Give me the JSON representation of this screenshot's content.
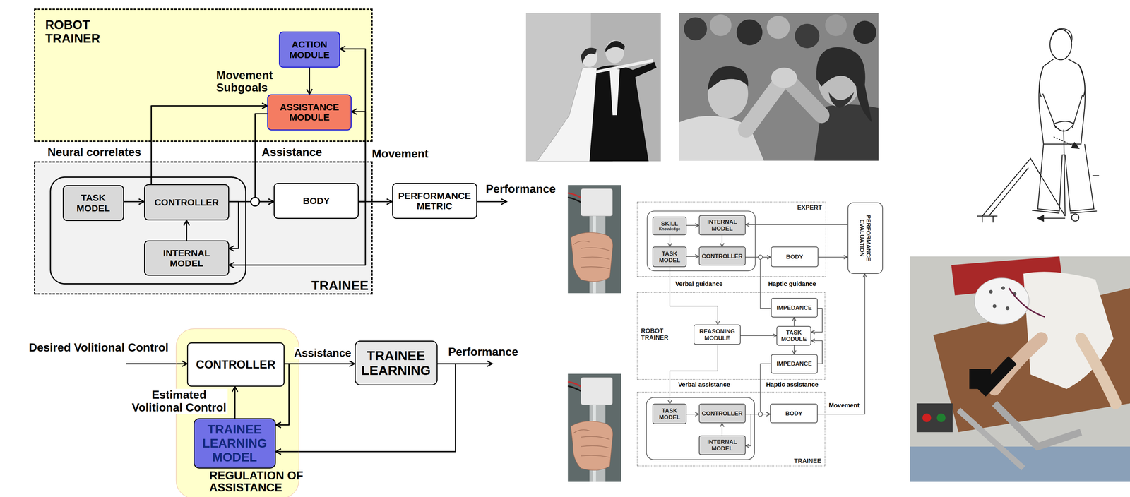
{
  "diagram": {
    "nodes": [
      {
        "text": [
          "ROBOT TRAINER"
        ]
      },
      {
        "text": [
          "ACTION MODULE"
        ],
        "in": 0
      },
      {
        "text": [
          "ASSISTANCE MODULE"
        ],
        "in": 0
      },
      {
        "text": [
          "TRAINEE"
        ]
      },
      {
        "text": [
          "TASK MODEL"
        ],
        "in": 3
      },
      {
        "text": [
          "CONTROLLER"
        ],
        "in": 3
      },
      {
        "text": [
          "INTERNAL MODEL"
        ],
        "in": 3
      },
      {
        "text": [
          "BODY"
        ],
        "in": 3
      },
      {
        "text": [
          "PERFORMANCE METRIC"
        ]
      },
      {
        "text": [
          "REGULATION OF ASSISTANCE"
        ]
      },
      {
        "text": [
          "CONTROLLER"
        ],
        "in": 9
      },
      {
        "text": [
          "TRAINEE LEARNING MODEL"
        ],
        "in": 9
      },
      {
        "text": [
          "TRAINEE LEARNING"
        ]
      },
      {
        "text": [
          "EXPERT"
        ]
      },
      {
        "text": [
          "SKILL",
          "Knowledge"
        ],
        "in": 13
      },
      {
        "text": [
          "INTERNAL MODEL"
        ],
        "in": 13
      },
      {
        "text": [
          "TASK MODEL"
        ],
        "in": 13
      },
      {
        "text": [
          "CONTROLLER"
        ],
        "in": 13
      },
      {
        "text": [
          "BODY"
        ],
        "in": 13
      },
      {
        "text": [
          "PERFORMANCE EVALUATION"
        ]
      },
      {
        "text": [
          "ROBOT TRAINER"
        ]
      },
      {
        "text": [
          "REASONING MODULE"
        ],
        "in": 20
      },
      {
        "text": [
          "IMPEDANCE"
        ],
        "in": 20
      },
      {
        "text": [
          "TASK MODULE"
        ],
        "in": 20
      },
      {
        "text": [
          "IMPEDANCE"
        ],
        "in": 20
      },
      {
        "text": [
          "TRAINEE"
        ]
      },
      {
        "text": [
          "TASK MODEL"
        ],
        "in": 25
      },
      {
        "text": [
          "CONTROLLER"
        ],
        "in": 25
      },
      {
        "text": [
          "INTERNAL MODEL"
        ],
        "in": 25
      },
      {
        "text": [
          "BODY"
        ],
        "in": 25
      }
    ],
    "edges": [
      {
        "from": 4,
        "to": 5,
        "arrow": "to"
      },
      {
        "from": 6,
        "to": 5,
        "arrow": "to"
      },
      {
        "from": 5,
        "to": 6,
        "arrow": "to"
      },
      {
        "from": 5,
        "to": 7,
        "arrow": "to"
      },
      {
        "from": 2,
        "to": 7,
        "arrow": "to"
      },
      {
        "from": 1,
        "to": 2,
        "arrow": "to"
      },
      {
        "from": 5,
        "to": 2,
        "arrow": "to"
      },
      {
        "from": 7,
        "to": 1,
        "arrow": "to"
      },
      {
        "from": 7,
        "to": 2,
        "arrow": "to"
      },
      {
        "from": 7,
        "to": 6,
        "arrow": "to"
      },
      {
        "from": 7,
        "to": 8,
        "arrow": "to"
      },
      {
        "from": 10,
        "to": 12,
        "arrow": "to"
      },
      {
        "from": 11,
        "to": 10,
        "arrow": "to"
      },
      {
        "from": 10,
        "to": 11,
        "arrow": "to"
      },
      {
        "from": 12,
        "to": 11,
        "arrow": "to"
      },
      {
        "from": 14,
        "to": 15,
        "arrow": "to"
      },
      {
        "from": 14,
        "to": 16,
        "arrow": "to"
      },
      {
        "from": 15,
        "to": 17,
        "arrow": "to"
      },
      {
        "from": 16,
        "to": 17,
        "arrow": "to"
      },
      {
        "from": 17,
        "to": 18,
        "arrow": "to"
      },
      {
        "from": 18,
        "to": 19,
        "arrow": "to"
      },
      {
        "from": 19,
        "to": 15,
        "arrow": "to"
      },
      {
        "from": 16,
        "to": 21,
        "arrow": "to"
      },
      {
        "from": 22,
        "to": 18,
        "arrow": "to"
      },
      {
        "from": 21,
        "to": 23,
        "arrow": "to"
      },
      {
        "from": 23,
        "to": 22,
        "arrow": "to"
      },
      {
        "from": 23,
        "to": 24,
        "arrow": "to"
      },
      {
        "from": 22,
        "to": 23,
        "arrow": "to"
      },
      {
        "from": 24,
        "to": 23,
        "arrow": "to"
      },
      {
        "from": 21,
        "to": 26,
        "arrow": "to"
      },
      {
        "from": 24,
        "to": 29,
        "arrow": "to"
      },
      {
        "from": 26,
        "to": 27,
        "arrow": "to"
      },
      {
        "from": 28,
        "to": 27,
        "arrow": "to"
      },
      {
        "from": 27,
        "to": 28,
        "arrow": "to"
      },
      {
        "from": 27,
        "to": 29,
        "arrow": "to"
      },
      {
        "from": 29,
        "to": 19,
        "arrow": "to"
      }
    ],
    "labels": [
      "Movement Subgoals",
      "Neural correlates",
      "Assistance",
      "Movement",
      "Performance",
      "Desired Volitional Control",
      "Assistance",
      "Estimated Volitional Control",
      "Performance",
      "Verbal guidance",
      "Haptic guidance",
      "Verbal assistance",
      "Haptic assistance",
      "Movement"
    ]
  }
}
